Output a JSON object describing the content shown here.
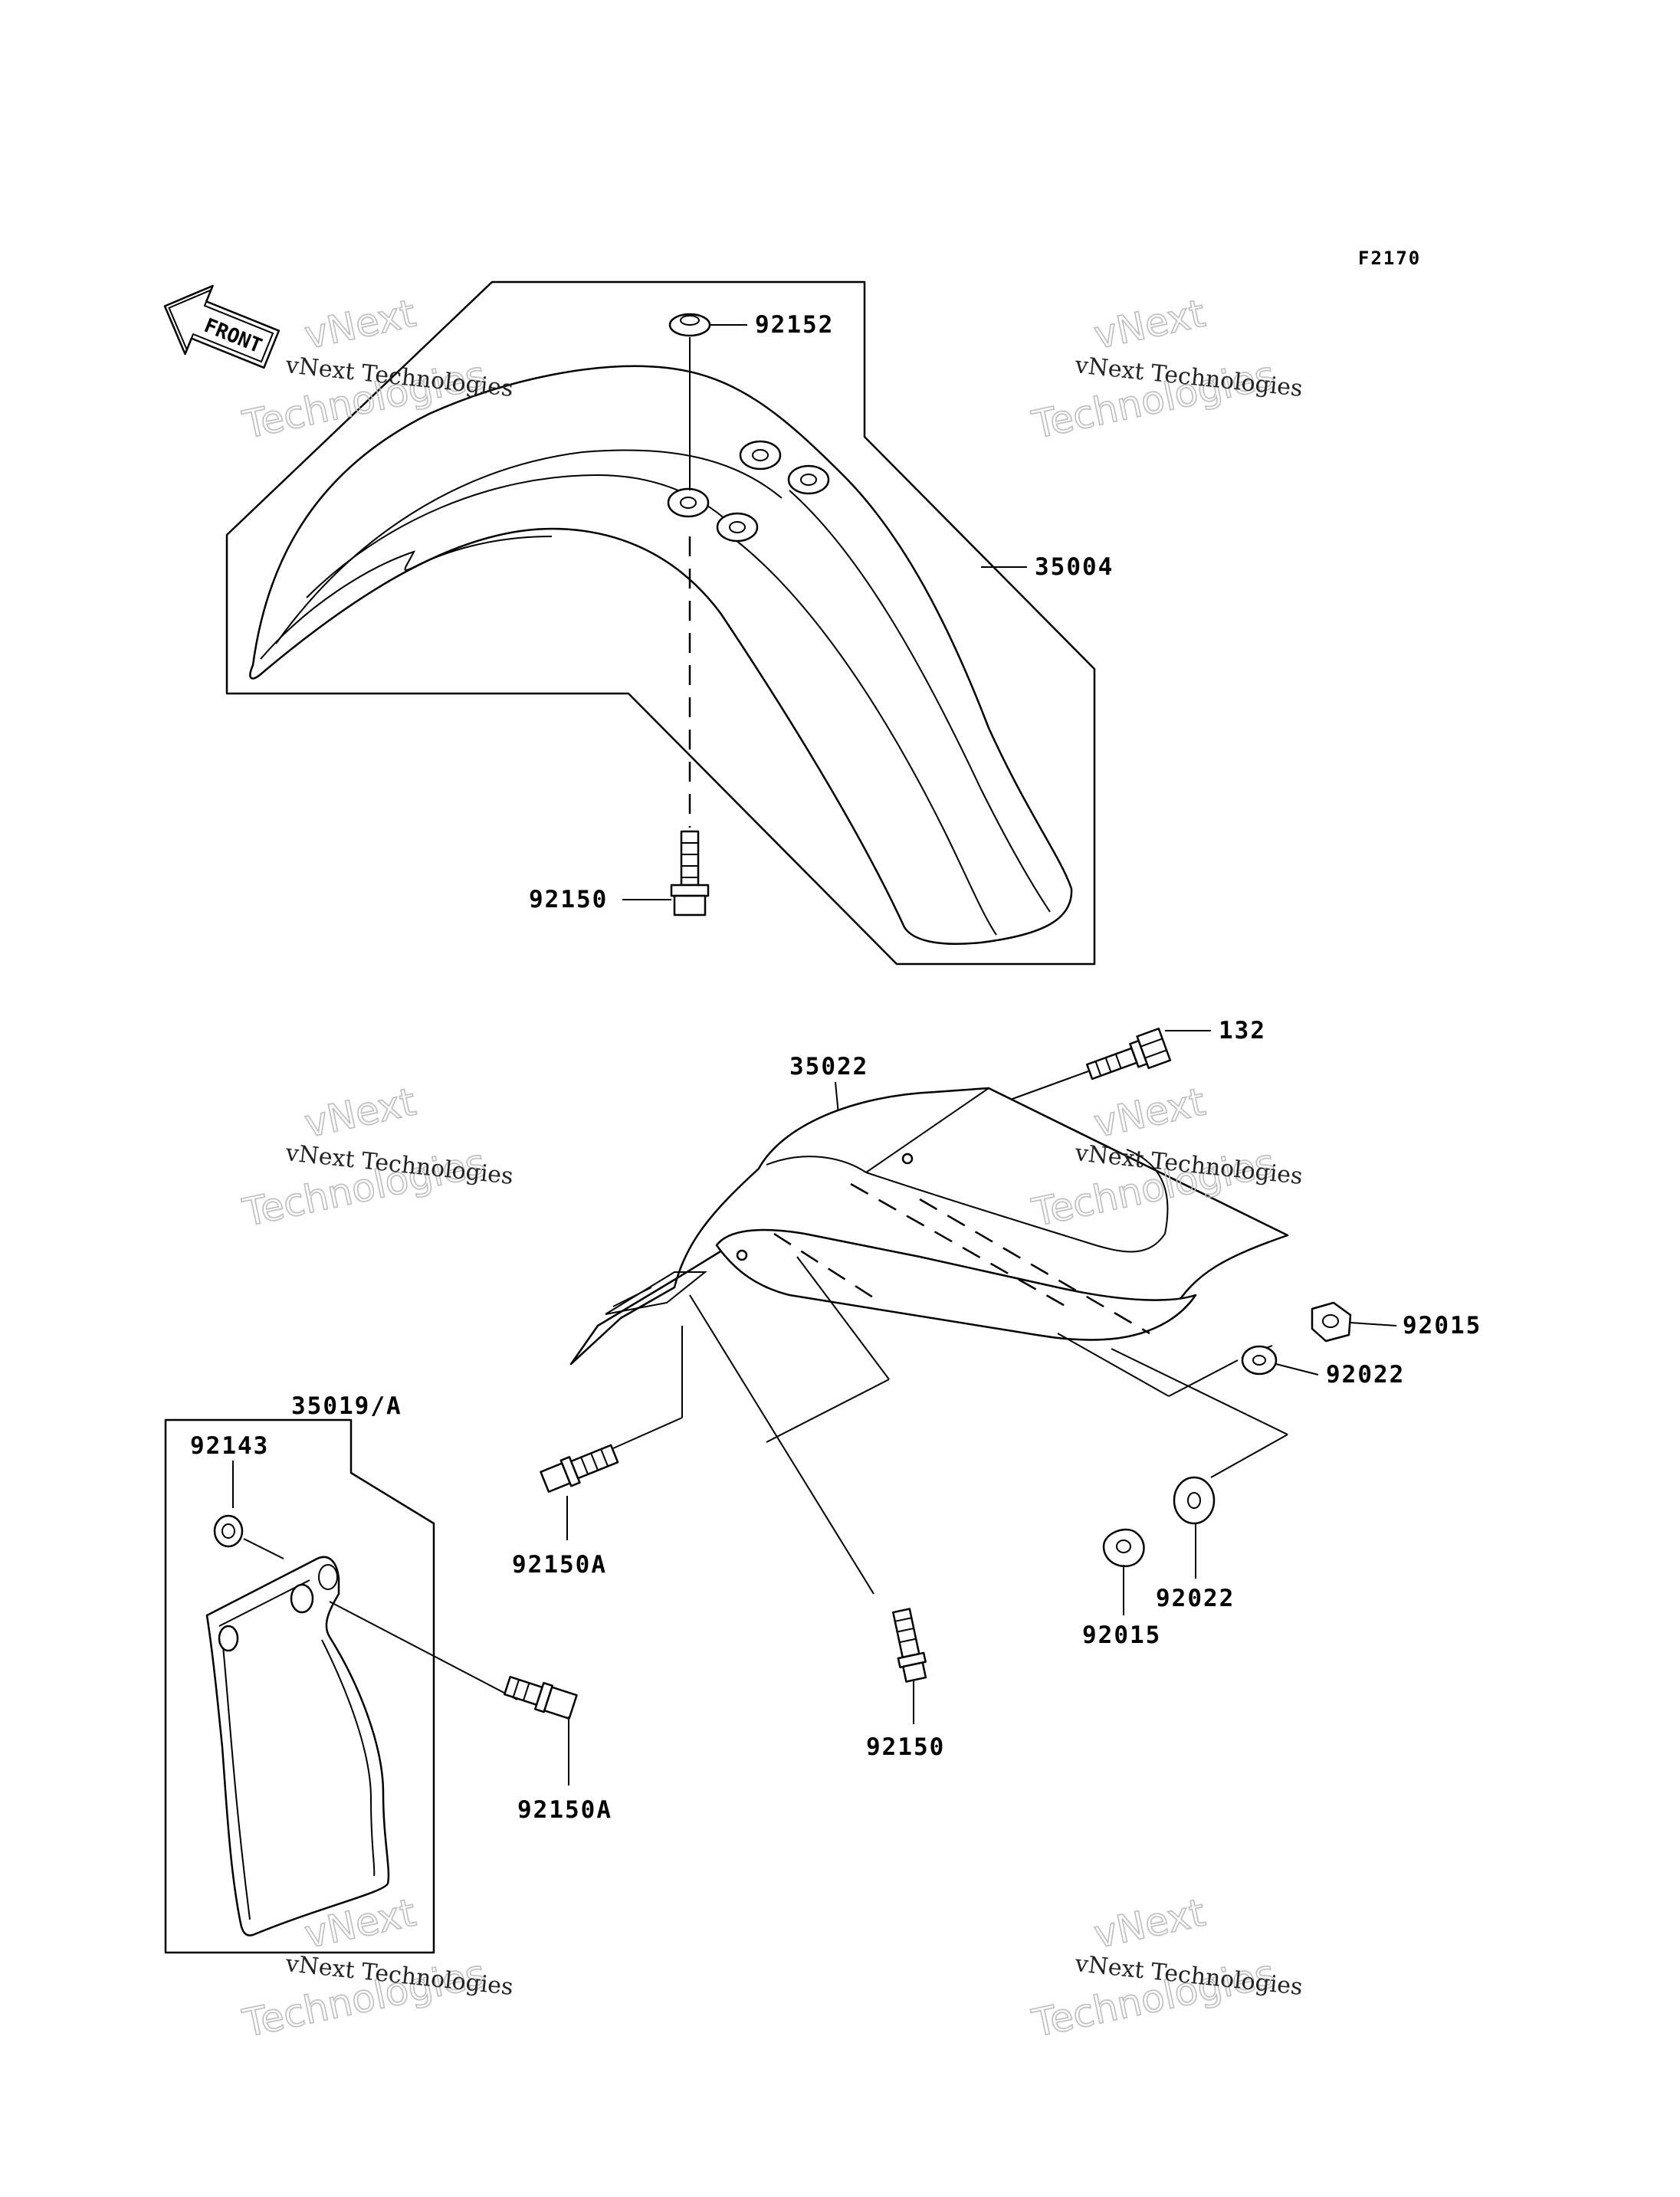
{
  "figure_code": "F2170",
  "front_arrow_text": "FRONT",
  "parts": {
    "p92152": "92152",
    "p35004": "35004",
    "p92150_top": "92150",
    "p132": "132",
    "p35022": "35022",
    "p92015_right": "92015",
    "p92022_right": "92022",
    "p35019A": "35019/A",
    "p92143": "92143",
    "p92150A_mid": "92150A",
    "p92022_bottom": "92022",
    "p92015_bottom": "92015",
    "p92150_bottom": "92150",
    "p92150A_bottom": "92150A"
  },
  "watermark": {
    "line_small": "vNext Technologies",
    "line_big_1": "vNext",
    "line_big_2": "Technologies"
  }
}
